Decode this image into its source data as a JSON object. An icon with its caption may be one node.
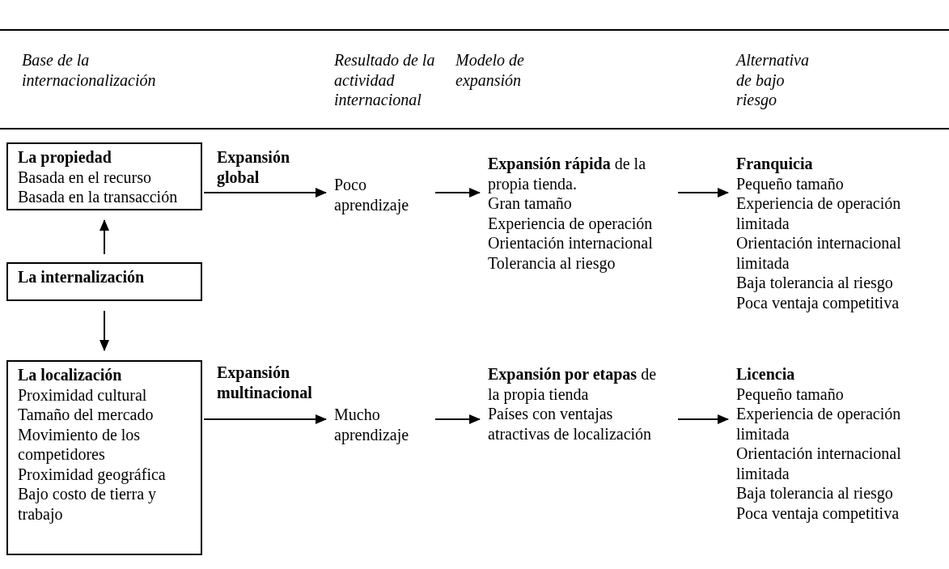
{
  "diagram": {
    "nodes": [
      {
        "text": [
          "La propiedad",
          "Basada en el recurso",
          "Basada en la transacción"
        ]
      },
      {
        "text": [
          "La internalización"
        ]
      },
      {
        "text": [
          "La localización",
          "Proximidad cultural",
          "Tamaño del mercado",
          "Movimiento de los competidores",
          "Proximidad geográfica",
          "Bajo costo de tierra y trabajo"
        ]
      },
      {
        "text": [
          "Poco aprendizaje"
        ]
      },
      {
        "text": [
          "**Expansión rápida** de la propia tienda.",
          "Gran tamaño",
          "Experiencia de operación",
          "Orientación internacional",
          "Tolerancia al riesgo"
        ]
      },
      {
        "text": [
          "Franquicia",
          "Pequeño tamaño",
          "Experiencia de operación limitada",
          "Orientación internacional limitada",
          "Baja tolerancia al riesgo",
          "Poca ventaja competitiva"
        ]
      },
      {
        "text": [
          "Mucho aprendizaje"
        ]
      },
      {
        "text": [
          "**Expansión por etapas** de la propia tienda",
          "Países con ventajas atractivas de localización"
        ]
      },
      {
        "text": [
          "Licencia",
          "Pequeño tamaño",
          "Experiencia de operación limitada",
          "Orientación internacional limitada",
          "Baja tolerancia al riesgo",
          "Poca ventaja competitiva"
        ]
      }
    ],
    "edges": [
      {
        "from": 1,
        "to": 0,
        "arrow": "to"
      },
      {
        "from": 1,
        "to": 2,
        "arrow": "to"
      },
      {
        "from": 0,
        "to": 3,
        "arrow": "to",
        "label": "Expansión global"
      },
      {
        "from": 3,
        "to": 4,
        "arrow": "to"
      },
      {
        "from": 4,
        "to": 5,
        "arrow": "to"
      },
      {
        "from": 2,
        "to": 6,
        "arrow": "to",
        "label": "Expansión multinacional"
      },
      {
        "from": 6,
        "to": 7,
        "arrow": "to"
      },
      {
        "from": 7,
        "to": 8,
        "arrow": "to"
      }
    ],
    "labels": [
      "Base de la internacionalización",
      "Resultado de la actividad internacional",
      "Modelo de expansión",
      "Alternativa de bajo riesgo"
    ]
  }
}
